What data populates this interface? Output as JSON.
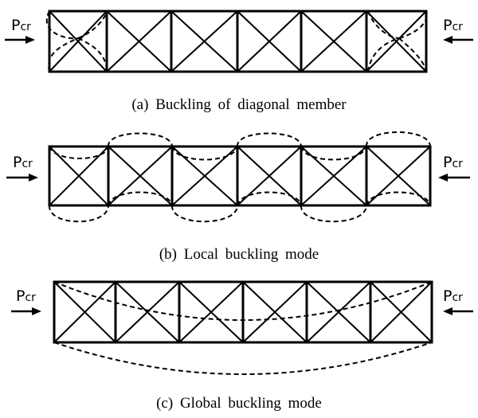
{
  "load_label": {
    "main": "P",
    "sub": "cr"
  },
  "panels": [
    {
      "caption": "(a) Buckling of diagonal member",
      "mode": "diagonal"
    },
    {
      "caption": "(b) Local buckling mode",
      "mode": "local"
    },
    {
      "caption": "(c) Global buckling mode",
      "mode": "global"
    }
  ]
}
